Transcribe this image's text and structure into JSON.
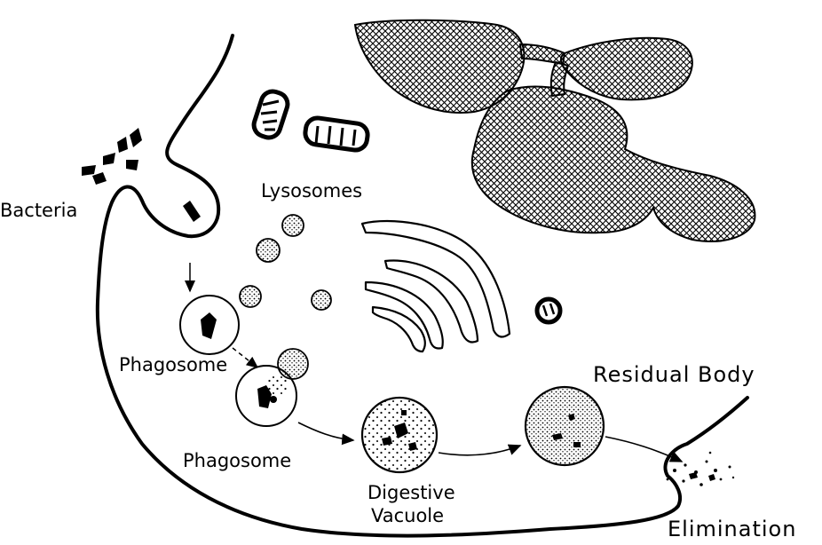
{
  "diagram": {
    "labels": {
      "bacteria": "Bacteria",
      "lysosomes": "Lysosomes",
      "phagosome_upper": "Phagosome",
      "phagosome_lower": "Phagosome",
      "digestive_line1": "Digestive",
      "digestive_line2": "Vacuole",
      "residual_body": "Residual Body",
      "elimination": "Elimination"
    },
    "colors": {
      "ink": "#000000",
      "background": "#ffffff"
    }
  }
}
